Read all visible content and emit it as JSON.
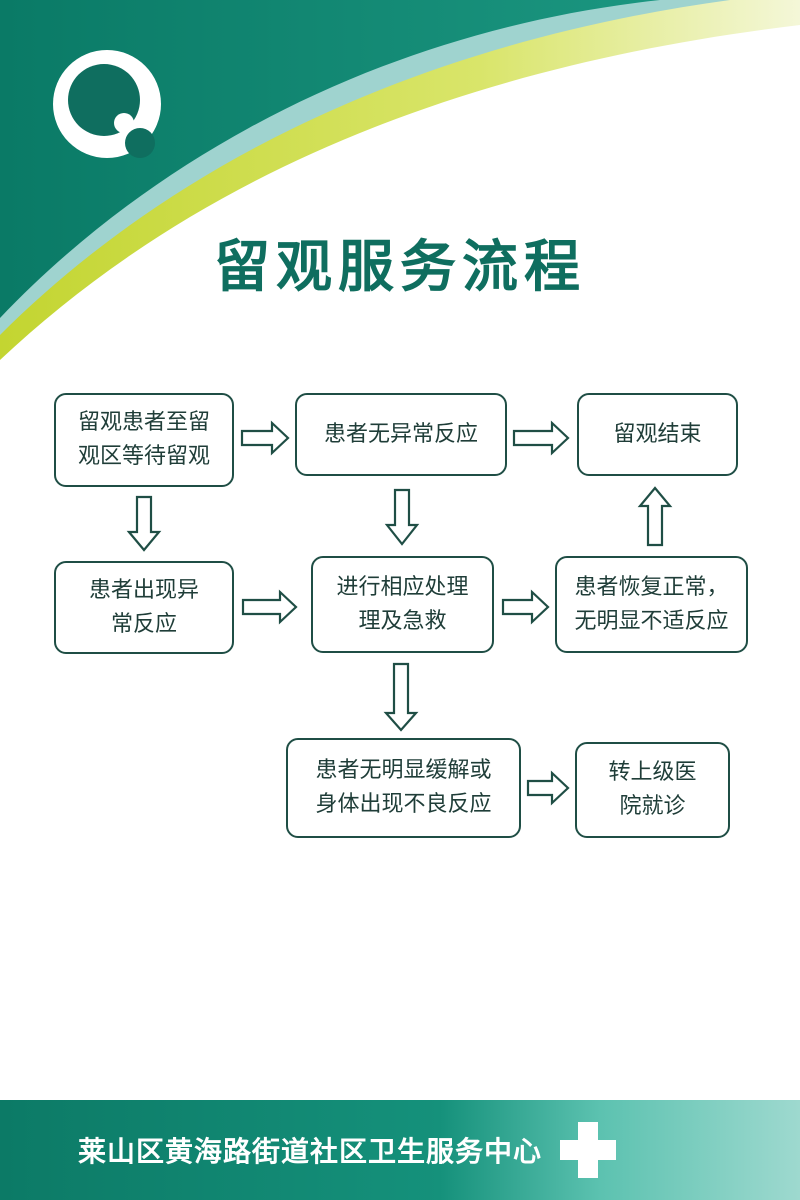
{
  "title": "留观服务流程",
  "steps": {
    "wait": "留观患者至留\n观区等待留观",
    "no_reaction": "患者无异常反应",
    "end": "留观结束",
    "abnormal": "患者出现异\n常反应",
    "treatment": "进行相应处理\n理及急救",
    "recovered": "患者恢复正常，\n无明显不适反应",
    "not_relieved": "患者无明显缓解或\n身体出现不良反应",
    "transfer": "转上级医\n院就诊"
  },
  "footer": {
    "organization": "莱山区黄海路街道社区卫生服务中心"
  },
  "colors": {
    "primary_green": "#0f6e5f",
    "accent_lime": "#c8d93a",
    "box_border": "#1f4e45"
  },
  "icons": [
    "logo-icon",
    "medical-cross-icon"
  ]
}
